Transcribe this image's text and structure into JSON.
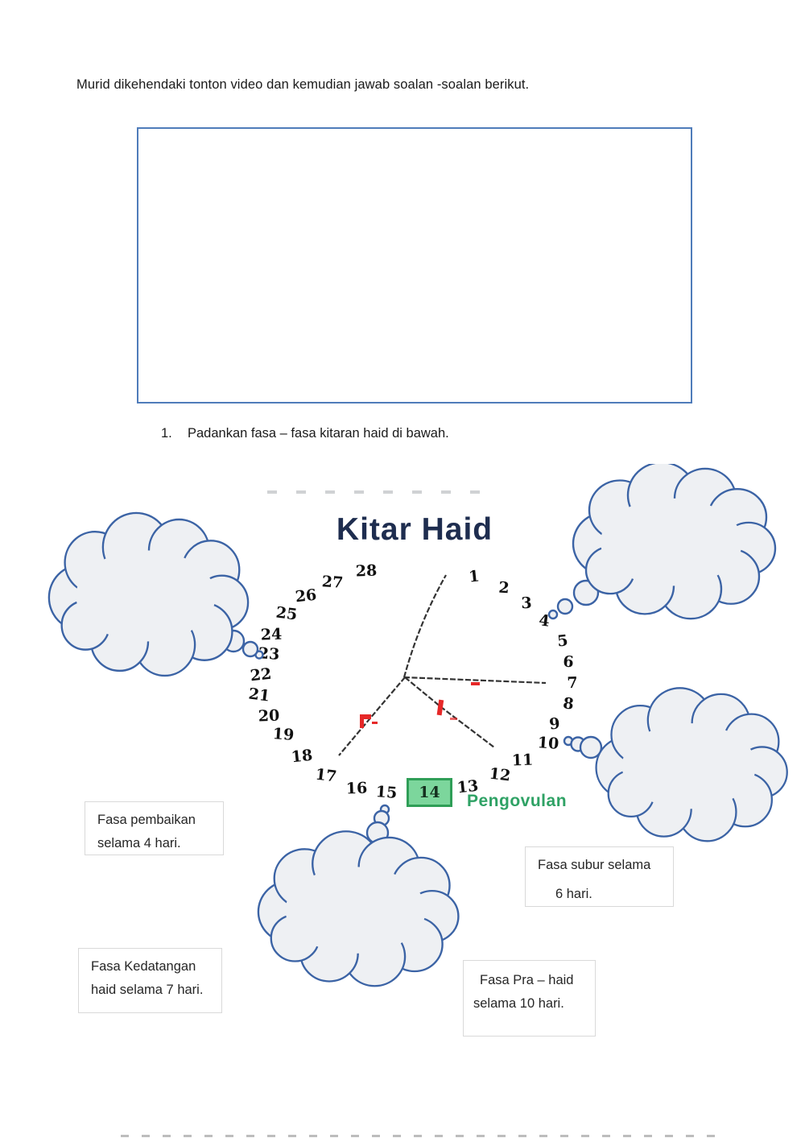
{
  "page": {
    "instruction": "Murid dikehendaki  tonton video dan kemudian jawab soalan -soalan berikut.",
    "question_number": "1.",
    "question_text": "Padankan fasa – fasa kitaran haid di bawah."
  },
  "diagram": {
    "title": "Kitar Haid",
    "ovulation_label": "Pengovulan",
    "days": [
      "1",
      "2",
      "3",
      "4",
      "5",
      "6",
      "7",
      "8",
      "9",
      "10",
      "11",
      "12",
      "13",
      "14",
      "15",
      "16",
      "17",
      "18",
      "19",
      "20",
      "21",
      "22",
      "23",
      "24",
      "25",
      "26",
      "27",
      "28"
    ],
    "colors": {
      "frame_blue": "#4f7cba",
      "title_navy": "#1e2d4f",
      "cloud_stroke": "#3b63a5",
      "cloud_fill": "#eef0f3",
      "ovulation_box_fill": "#7cd69c",
      "ovulation_box_border": "#2f9e57",
      "ovulation_text_green": "#2fa265",
      "mark_red": "#e62828"
    }
  },
  "answers": [
    {
      "lines": [
        "Fasa pembaikan",
        "selama 4 hari."
      ]
    },
    {
      "lines": [
        "Fasa subur selama",
        "6 hari."
      ]
    },
    {
      "lines": [
        "Fasa Kedatangan",
        "haid selama 7 hari."
      ]
    },
    {
      "lines": [
        "Fasa Pra – haid",
        "selama 10 hari."
      ]
    }
  ]
}
